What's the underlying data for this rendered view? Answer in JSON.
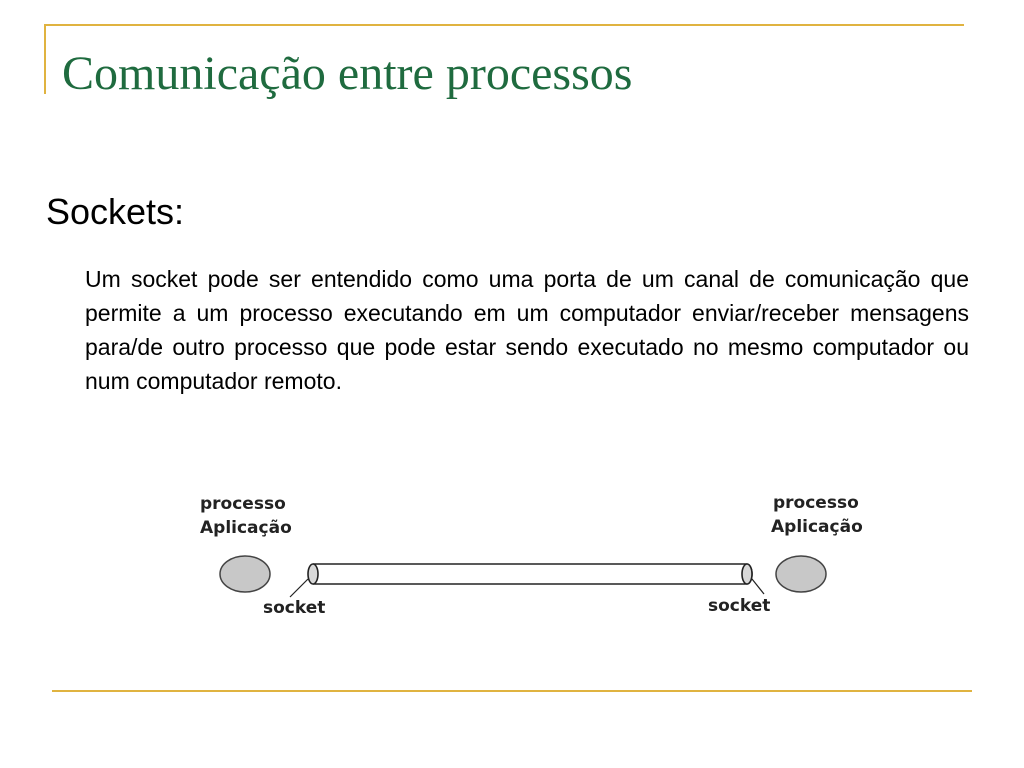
{
  "slide": {
    "title": "Comunicação entre processos",
    "subheading": "Sockets:",
    "paragraph": "Um socket pode ser entendido como uma porta de um canal de comunicação que permite a um processo executando em um computador enviar/receber mensagens para/de outro processo que pode estar sendo executado no mesmo computador ou num computador remoto."
  },
  "diagram": {
    "left_process": {
      "line1": "processo",
      "line2": "Aplicação"
    },
    "right_process": {
      "line1": "processo",
      "line2": "Aplicação"
    },
    "left_socket_label": "socket",
    "right_socket_label": "socket"
  },
  "colors": {
    "title": "#1f6b3f",
    "accent_rule": "#e0b340",
    "process_fill": "#c8c8c8"
  }
}
